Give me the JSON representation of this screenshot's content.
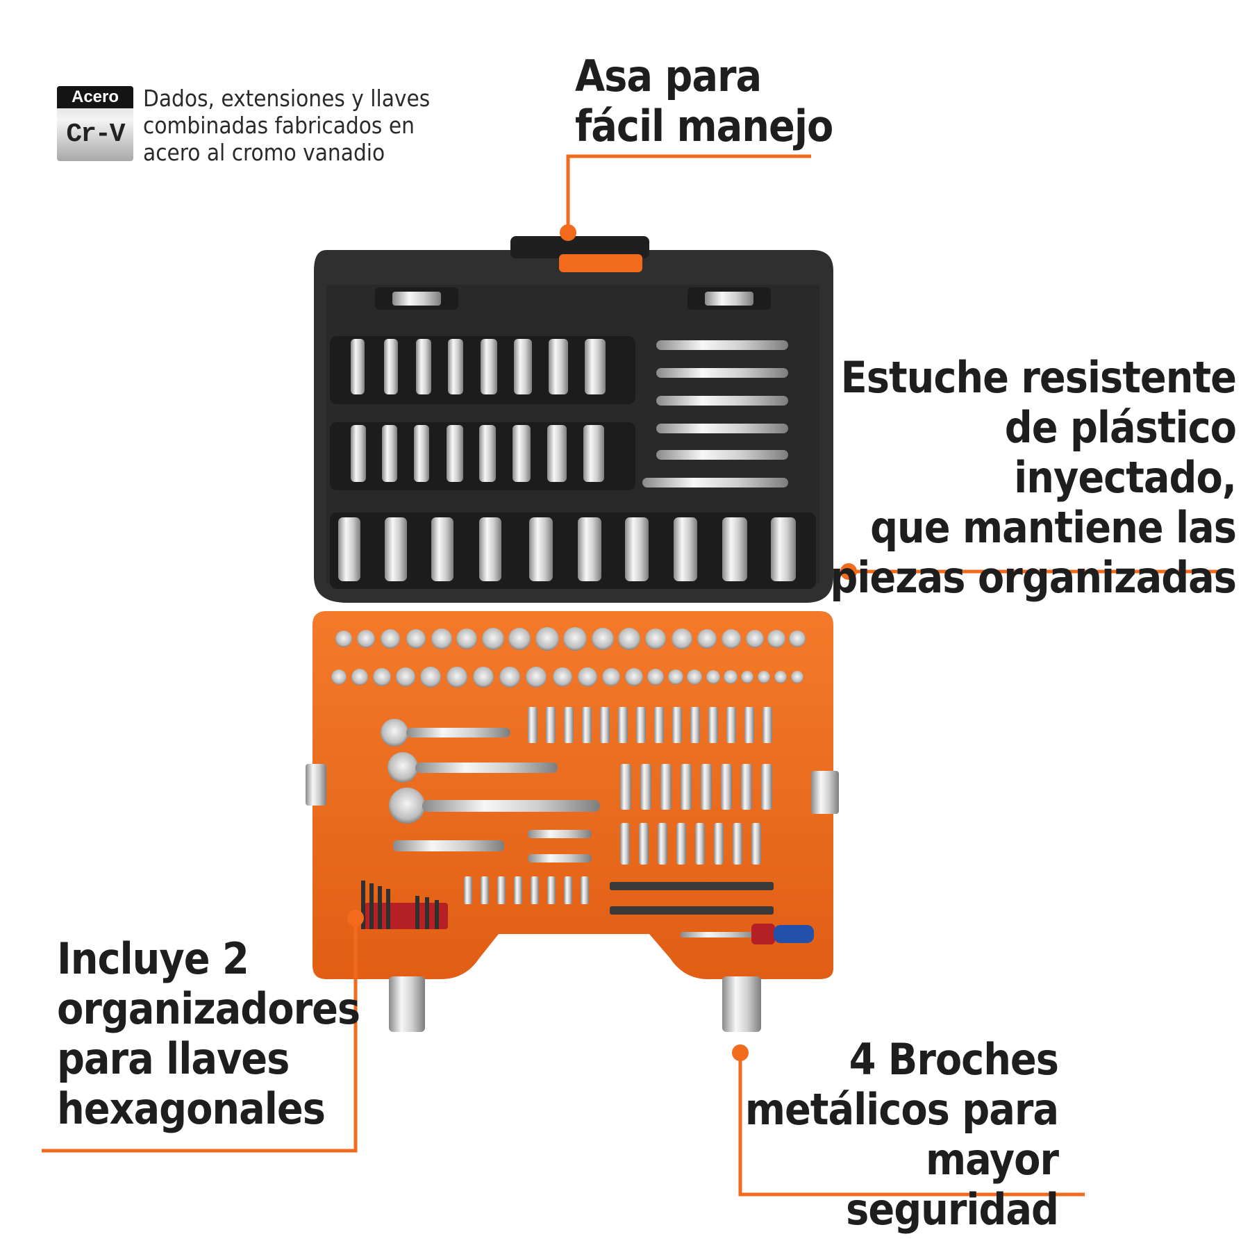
{
  "steel_badge": {
    "top_label": "Acero",
    "main_label": "Cr-V",
    "description": "Dados, extensiones y llaves\ncombinadas fabricados en\nacero al cromo vanadio"
  },
  "callouts": {
    "handle": "Asa para\nfácil manejo",
    "case": "Estuche resistente\nde plástico inyectado,\nque mantiene las\npiezas organizadas",
    "hex_organizers": "Incluye 2\norganizadores\npara llaves\nhexagonales",
    "clasps": "4 Broches\nmetálicos para\nmayor seguridad"
  },
  "colors": {
    "accent": "#f26a1b",
    "case_top": "#2b2b2b",
    "case_bottom": "#ee6d1f",
    "chrome": "#d9d9d9",
    "text": "#1e1e1e"
  },
  "icons": [
    "chromium-vanadium-badge",
    "callout-dot",
    "socket-set-case"
  ]
}
